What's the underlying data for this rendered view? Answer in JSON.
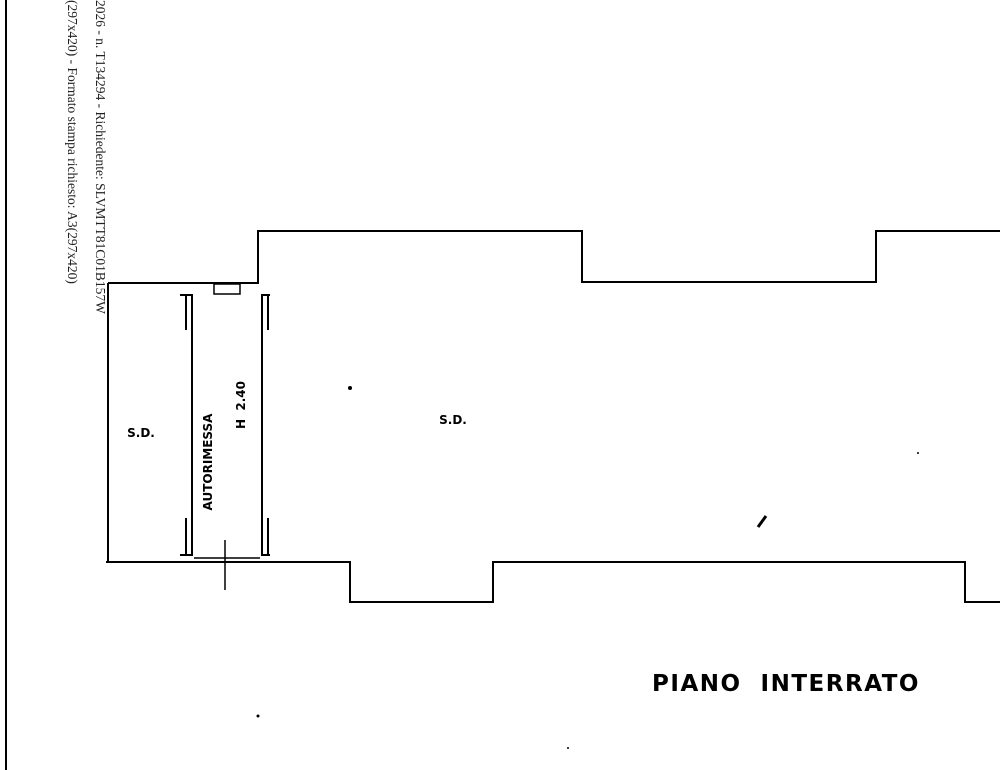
{
  "stamp": {
    "line1": "2026 - n. T134294 - Richiedente: SLVMTT81C01B157W",
    "line2": "(297x420) - Formato stampa richiesto: A3(297x420)"
  },
  "rooms": {
    "left_storage": "S.D.",
    "garage": "AUTORIMESSA",
    "garage_height": "H  2.40",
    "main_storage": "S.D."
  },
  "plan_title": "PIANO  INTERRATO"
}
